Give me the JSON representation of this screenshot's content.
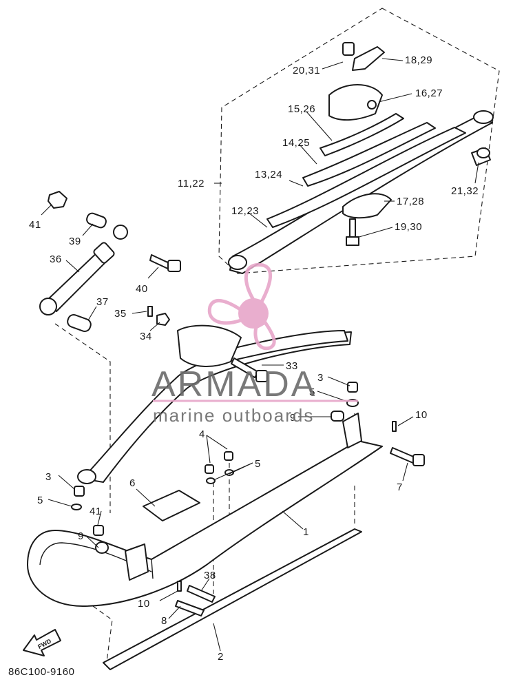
{
  "diagram": {
    "code": "86C100-9160",
    "fwd_label": "FWD",
    "callouts": {
      "c1": "1",
      "c2": "2",
      "c3a": "3",
      "c3b": "3",
      "c4": "4",
      "c5a": "5",
      "c5b": "5",
      "c5c": "5",
      "c6": "6",
      "c7": "7",
      "c8": "8",
      "c9a": "9",
      "c9b": "9",
      "c10a": "10",
      "c10b": "10",
      "c11_22": "11,22",
      "c12_23": "12,23",
      "c13_24": "13,24",
      "c14_25": "14,25",
      "c15_26": "15,26",
      "c16_27": "16,27",
      "c17_28": "17,28",
      "c18_29": "18,29",
      "c19_30": "19,30",
      "c20_31": "20,31",
      "c21_32": "21,32",
      "c33": "33",
      "c34": "34",
      "c35": "35",
      "c36": "36",
      "c37": "37",
      "c38": "38",
      "c39": "39",
      "c40": "40",
      "c41a": "41",
      "c41b": "41"
    }
  },
  "watermark": {
    "brand": "ARMADA",
    "tagline": "marine outboards",
    "colors": {
      "logo": "#e7a6c9",
      "text": "#6b6b6b"
    }
  }
}
